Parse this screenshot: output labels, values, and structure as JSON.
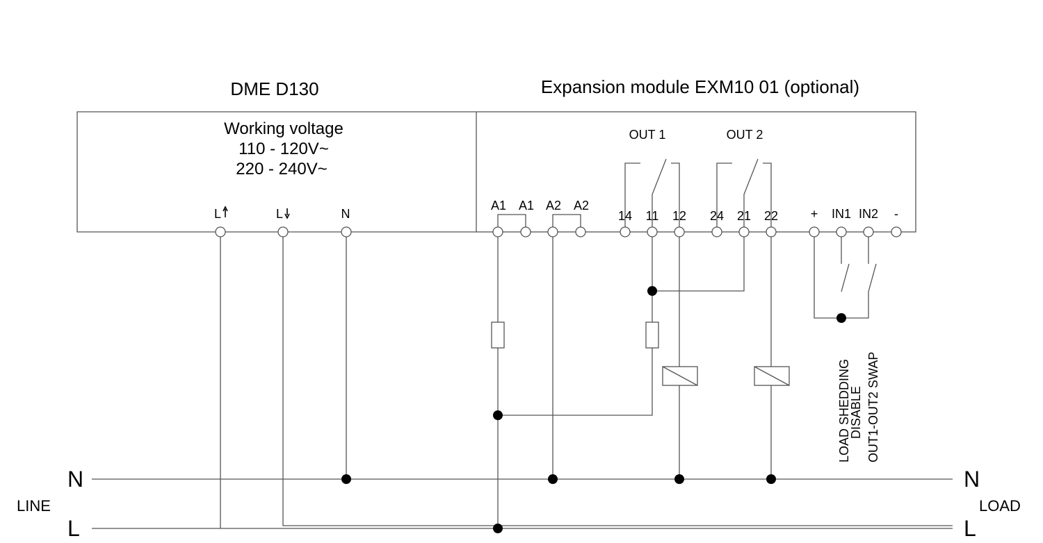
{
  "device": {
    "title": "DME D130",
    "voltage_title": "Working voltage",
    "voltage_line1": "110 - 120V~",
    "voltage_line2": "220 - 240V~",
    "terminals": [
      "L",
      "L",
      "N"
    ]
  },
  "module": {
    "title": "Expansion module EXM10 01 (optional)",
    "out1": "OUT 1",
    "out2": "OUT 2",
    "terminals": [
      "A1",
      "A1",
      "A2",
      "A2",
      "14",
      "11",
      "12",
      "24",
      "21",
      "22",
      "+",
      "IN1",
      "IN2",
      "-"
    ]
  },
  "inputs": {
    "in1_line1": "LOAD SHEDDING",
    "in1_line2": "DISABLE",
    "in2_label": "OUT1-OUT2 SWAP"
  },
  "line_side": {
    "n": "N",
    "l": "L",
    "label": "LINE"
  },
  "load_side": {
    "n": "N",
    "l": "L",
    "label": "LOAD"
  }
}
